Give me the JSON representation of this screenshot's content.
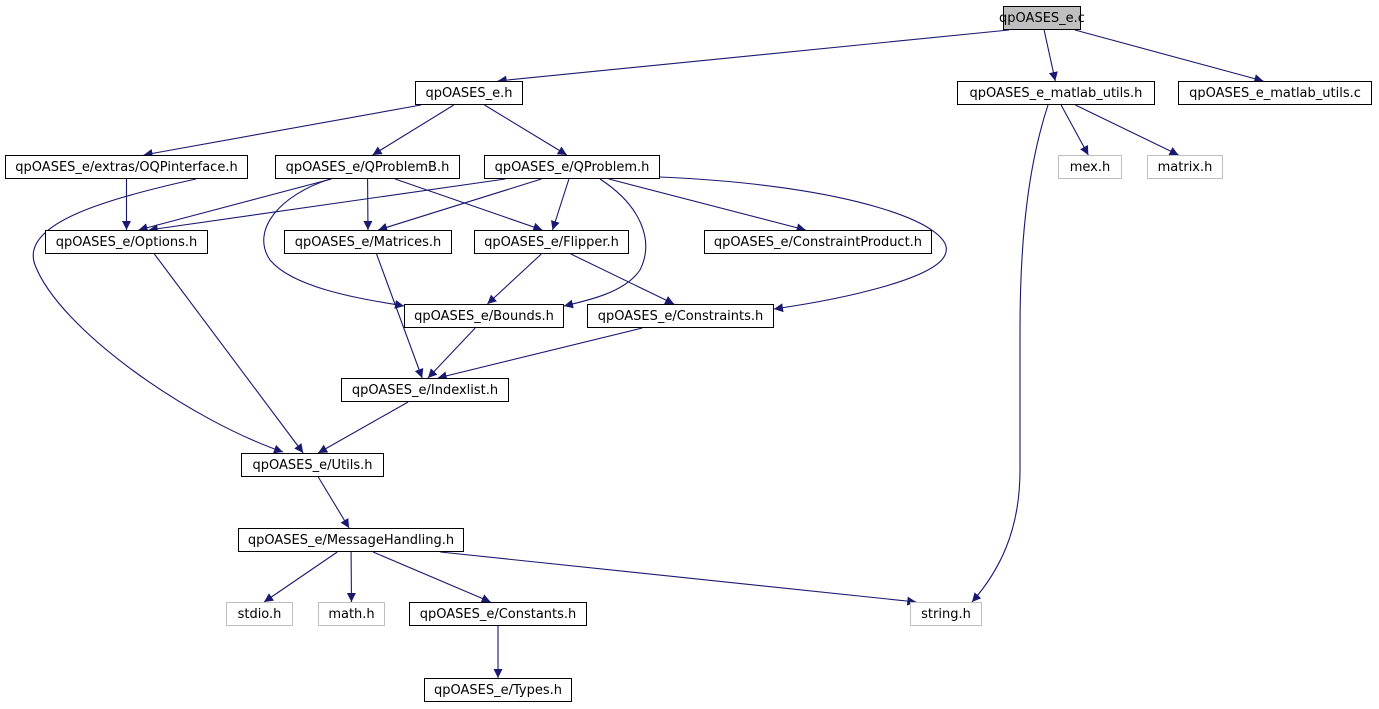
{
  "graph": {
    "edge_color": "#191970",
    "root_fill": "#bfbfbf",
    "external_border": "#bfbfbf",
    "nodes": [
      {
        "id": "root",
        "label": "qpOASES_e.c",
        "type": "root"
      },
      {
        "id": "qpoases_h",
        "label": "qpOASES_e.h",
        "type": "file"
      },
      {
        "id": "matlab_utils_h",
        "label": "qpOASES_e_matlab_utils.h",
        "type": "file"
      },
      {
        "id": "matlab_utils_c",
        "label": "qpOASES_e_matlab_utils.c",
        "type": "file"
      },
      {
        "id": "oqp",
        "label": "qpOASES_e/extras/OQPinterface.h",
        "type": "file"
      },
      {
        "id": "qpb",
        "label": "qpOASES_e/QProblemB.h",
        "type": "file"
      },
      {
        "id": "qp",
        "label": "qpOASES_e/QProblem.h",
        "type": "file"
      },
      {
        "id": "mex",
        "label": "mex.h",
        "type": "external"
      },
      {
        "id": "matrix",
        "label": "matrix.h",
        "type": "external"
      },
      {
        "id": "options",
        "label": "qpOASES_e/Options.h",
        "type": "file"
      },
      {
        "id": "matrices",
        "label": "qpOASES_e/Matrices.h",
        "type": "file"
      },
      {
        "id": "flipper",
        "label": "qpOASES_e/Flipper.h",
        "type": "file"
      },
      {
        "id": "cprod",
        "label": "qpOASES_e/ConstraintProduct.h",
        "type": "file"
      },
      {
        "id": "bounds",
        "label": "qpOASES_e/Bounds.h",
        "type": "file"
      },
      {
        "id": "constraints",
        "label": "qpOASES_e/Constraints.h",
        "type": "file"
      },
      {
        "id": "indexlist",
        "label": "qpOASES_e/Indexlist.h",
        "type": "file"
      },
      {
        "id": "utils",
        "label": "qpOASES_e/Utils.h",
        "type": "file"
      },
      {
        "id": "msg",
        "label": "qpOASES_e/MessageHandling.h",
        "type": "file"
      },
      {
        "id": "stdio",
        "label": "stdio.h",
        "type": "external"
      },
      {
        "id": "math",
        "label": "math.h",
        "type": "external"
      },
      {
        "id": "constants",
        "label": "qpOASES_e/Constants.h",
        "type": "file"
      },
      {
        "id": "string",
        "label": "string.h",
        "type": "external"
      },
      {
        "id": "types",
        "label": "qpOASES_e/Types.h",
        "type": "file"
      }
    ],
    "edges": [
      [
        "root",
        "qpoases_h"
      ],
      [
        "root",
        "matlab_utils_h"
      ],
      [
        "root",
        "matlab_utils_c"
      ],
      [
        "qpoases_h",
        "oqp"
      ],
      [
        "qpoases_h",
        "qpb"
      ],
      [
        "qpoases_h",
        "qp"
      ],
      [
        "matlab_utils_h",
        "mex"
      ],
      [
        "matlab_utils_h",
        "matrix"
      ],
      [
        "matlab_utils_h",
        "string"
      ],
      [
        "oqp",
        "options"
      ],
      [
        "oqp",
        "utils"
      ],
      [
        "qpb",
        "options"
      ],
      [
        "qpb",
        "matrices"
      ],
      [
        "qpb",
        "flipper"
      ],
      [
        "qpb",
        "bounds"
      ],
      [
        "qp",
        "options"
      ],
      [
        "qp",
        "matrices"
      ],
      [
        "qp",
        "flipper"
      ],
      [
        "qp",
        "cprod"
      ],
      [
        "qp",
        "bounds"
      ],
      [
        "qp",
        "constraints"
      ],
      [
        "options",
        "utils"
      ],
      [
        "matrices",
        "indexlist"
      ],
      [
        "flipper",
        "bounds"
      ],
      [
        "flipper",
        "constraints"
      ],
      [
        "bounds",
        "indexlist"
      ],
      [
        "constraints",
        "indexlist"
      ],
      [
        "indexlist",
        "utils"
      ],
      [
        "utils",
        "msg"
      ],
      [
        "msg",
        "stdio"
      ],
      [
        "msg",
        "math"
      ],
      [
        "msg",
        "constants"
      ],
      [
        "msg",
        "string"
      ],
      [
        "constants",
        "types"
      ]
    ]
  }
}
